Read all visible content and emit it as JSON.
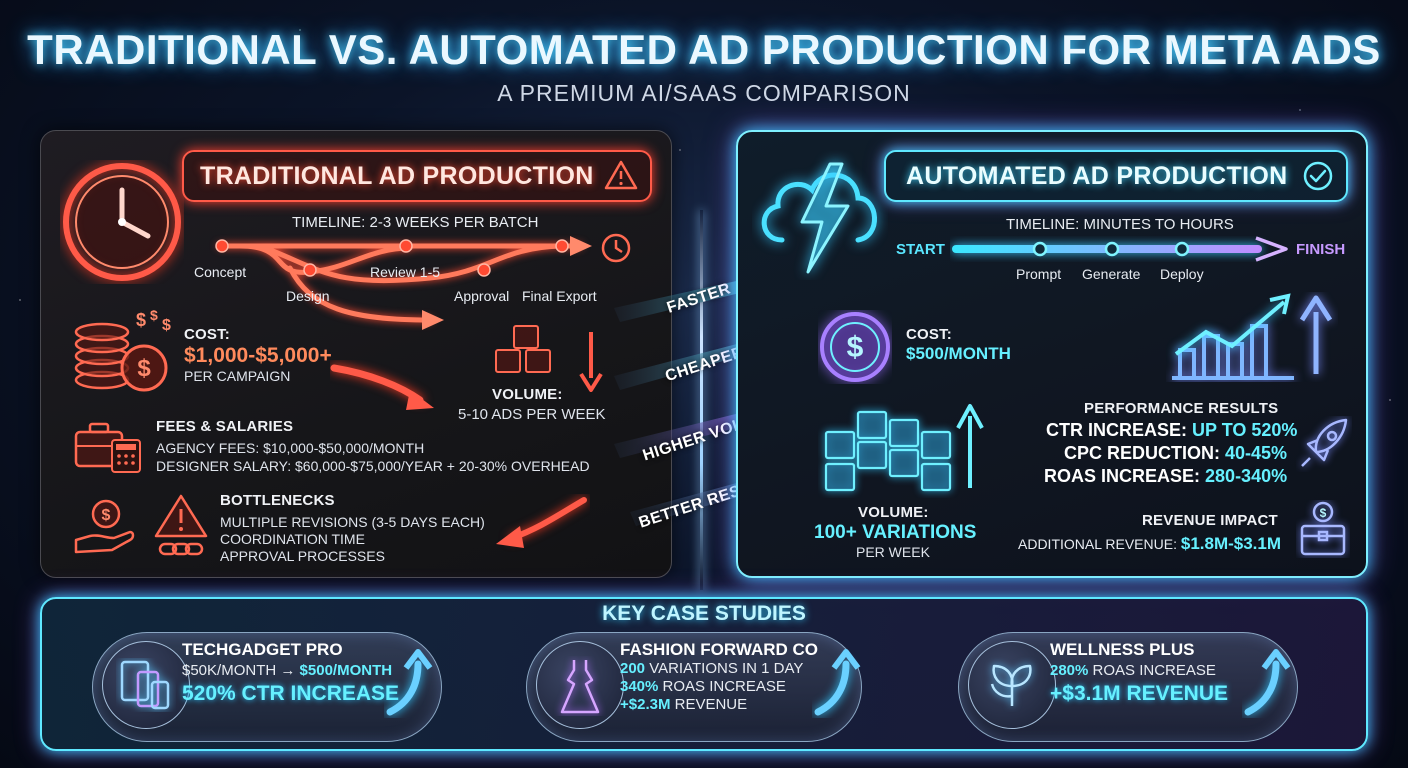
{
  "header": {
    "title": "TRADITIONAL VS. AUTOMATED AD PRODUCTION FOR META ADS",
    "subtitle": "A PREMIUM AI/SAAS COMPARISON"
  },
  "traditional": {
    "title": "TRADITIONAL AD PRODUCTION",
    "timeline_label": "TIMELINE: 2-3 WEEKS PER BATCH",
    "steps": [
      "Concept",
      "Design",
      "Review 1-5",
      "Approval",
      "Final Export"
    ],
    "cost_label": "COST:",
    "cost_value": "$1,000-$5,000+",
    "cost_unit": "PER CAMPAIGN",
    "volume_label": "VOLUME:",
    "volume_value": "5-10 ADS PER WEEK",
    "fees_title": "FEES & SALARIES",
    "fees_line1": "AGENCY FEES: $10,000-$50,000/MONTH",
    "fees_line2": "DESIGNER SALARY: $60,000-$75,000/YEAR + 20-30% OVERHEAD",
    "bottlenecks_title": "BOTTLENECKS",
    "bottleneck_items": [
      "MULTIPLE REVISIONS (3-5 DAYS EACH)",
      "COORDINATION TIME",
      "APPROVAL PROCESSES"
    ]
  },
  "arrows": [
    "FASTER",
    "CHEAPER",
    "HIGHER VOLUME",
    "BETTER RESULTS"
  ],
  "automated": {
    "title": "AUTOMATED AD PRODUCTION",
    "timeline_label": "TIMELINE: MINUTES TO HOURS",
    "start": "START",
    "finish": "FINISH",
    "steps": [
      "Prompt",
      "Generate",
      "Deploy"
    ],
    "cost_label": "COST:",
    "cost_value": "$500/MONTH",
    "volume_label": "VOLUME:",
    "volume_value": "100+ VARIATIONS",
    "volume_unit": "PER WEEK",
    "perf_title": "PERFORMANCE RESULTS",
    "ctr_label": "CTR INCREASE:",
    "ctr_value": "UP TO 520%",
    "cpc_label": "CPC REDUCTION:",
    "cpc_value": "40-45%",
    "roas_label": "ROAS INCREASE:",
    "roas_value": "280-340%",
    "revenue_title": "REVENUE IMPACT",
    "revenue_label": "ADDITIONAL REVENUE:",
    "revenue_value": "$1.8M-$3.1M"
  },
  "cases": {
    "title": "KEY CASE STUDIES",
    "items": [
      {
        "name": "TECHGADGET PRO",
        "line1": "$50K/MONTH",
        "arrow": "→",
        "line1b": "$500/MONTH",
        "big": "520% CTR INCREASE"
      },
      {
        "name": "FASHION FORWARD CO",
        "line1a": "200",
        "line1b": " VARIATIONS IN 1 DAY",
        "line2a": "340%",
        "line2b": " ROAS INCREASE",
        "line3a": "+$2.3M",
        "line3b": " REVENUE"
      },
      {
        "name": "WELLNESS PLUS",
        "line1a": "280%",
        "line1b": " ROAS INCREASE",
        "big": "+$3.1M REVENUE"
      }
    ]
  },
  "colors": {
    "traditional_accent": "#ff5a48",
    "automated_accent": "#5fe8ff",
    "purple_accent": "#b06cff"
  }
}
